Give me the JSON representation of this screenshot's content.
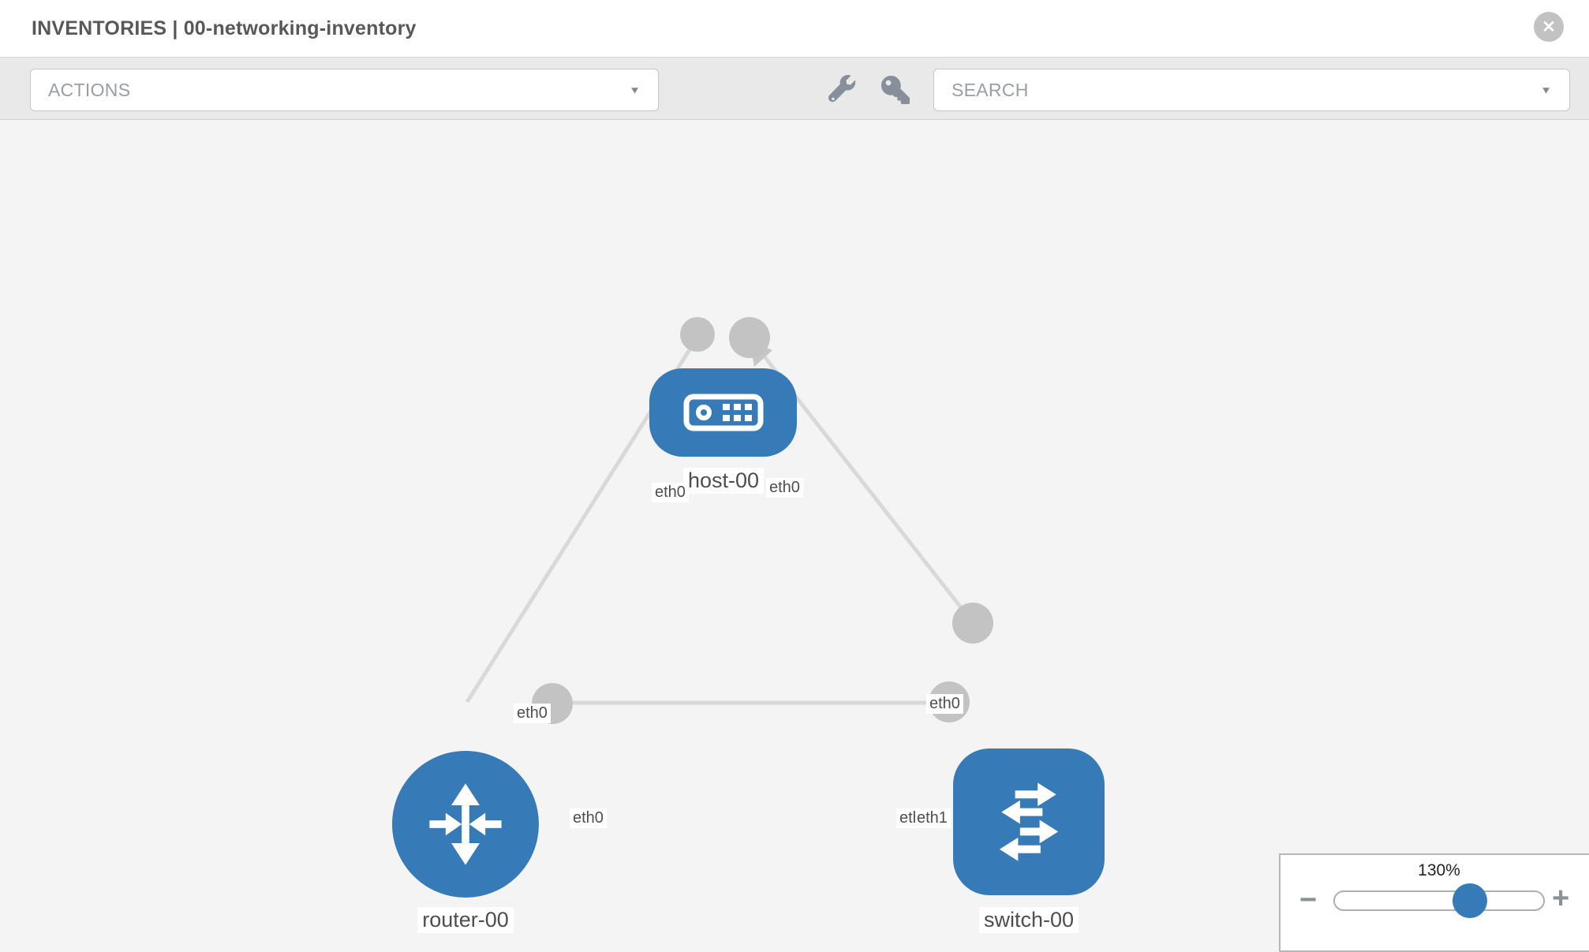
{
  "header": {
    "title": "INVENTORIES | 00-networking-inventory"
  },
  "toolbar": {
    "actions_label": "ACTIONS",
    "search_label": "SEARCH"
  },
  "icons": {
    "close": "✕",
    "caret": "▼",
    "minus": "−",
    "plus": "+",
    "wrench": "wrench-icon",
    "key": "key-icon"
  },
  "topology": {
    "nodes": [
      {
        "id": "host-00",
        "type": "host",
        "label": "host-00"
      },
      {
        "id": "router-00",
        "type": "router",
        "label": "router-00"
      },
      {
        "id": "switch-00",
        "type": "switch",
        "label": "switch-00"
      }
    ],
    "links": [
      {
        "source": "host-00",
        "source_interface": "eth0",
        "target": "router-00",
        "target_interface": "eth0"
      },
      {
        "source": "host-00",
        "source_interface": "eth0",
        "target": "switch-00",
        "target_interface": "eth0"
      },
      {
        "source": "router-00",
        "source_interface": "eth0",
        "target": "switch-00",
        "target_interface": "eth1"
      }
    ],
    "interface_labels": {
      "host_left": "eth0",
      "host_right": "eth0",
      "router_top": "eth0",
      "router_right": "eth0",
      "switch_top": "eth0",
      "switch_left_under": "eth0",
      "switch_left_over": "eth1"
    }
  },
  "zoom_control": {
    "level": "130%"
  },
  "colors": {
    "node_blue": "#377ab8",
    "link_gray": "#d9d9d9",
    "connector_gray": "#c3c3c3",
    "canvas_bg": "#f4f4f4",
    "toolbar_bg": "#e9e9e9",
    "label_text": "#4e4e4e"
  }
}
